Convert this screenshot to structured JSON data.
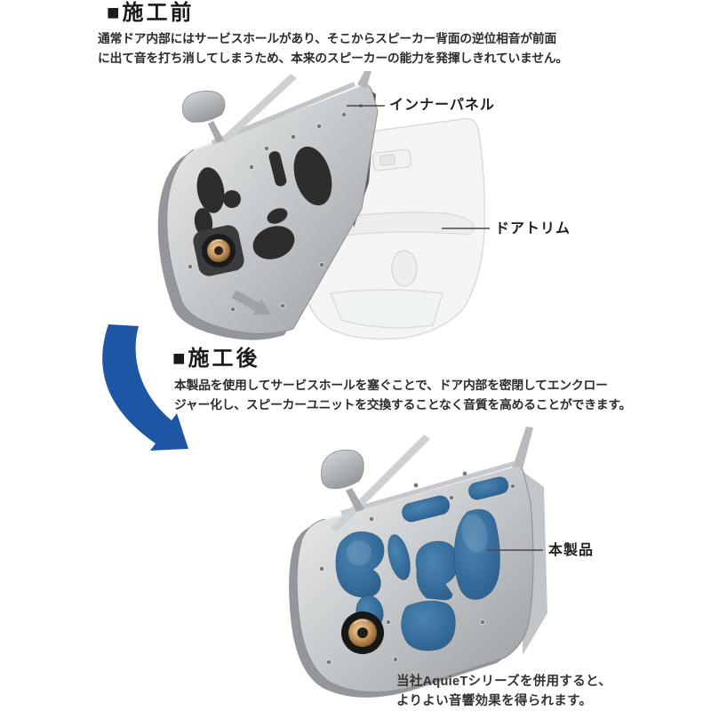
{
  "colors": {
    "accent_blue": "#1d56a5",
    "patch_blue": "#336b9a",
    "metal_gray": "#b9bcbf",
    "text_dark": "#2d2d2d"
  },
  "before_section": {
    "heading": "■施工前",
    "body": "通常ドア内部にはサービスホールがあり、そこからスピーカー背面の逆位相音が前面\nに出て音を打ち消してしまうため、本来のスピーカーの能力を発揮しきれていません。",
    "labels": {
      "inner_panel": "インナーパネル",
      "door_trim": "ドアトリム"
    }
  },
  "after_section": {
    "heading": "■施工後",
    "body": "本製品を使用してサービスホールを塞ぐことで、ドア内部を密閉してエンクロー\nジャー化し、スピーカーユニットを交換することなく音質を高めることができます。",
    "labels": {
      "product": "本製品"
    },
    "note": "当社AquieTシリーズを併用すると、\nよりよい音響効果を得られます。"
  }
}
